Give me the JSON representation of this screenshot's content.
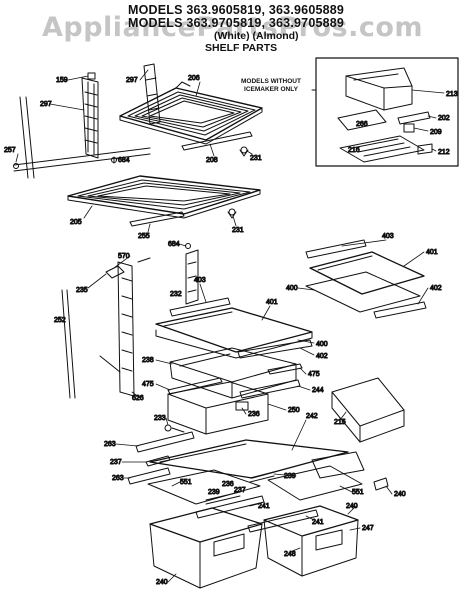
{
  "watermark": "AppliancePartsPros.com",
  "header": {
    "line1": "MODELS 363.9605819, 363.9605889",
    "line2": "MODELS 363.9705819, 363.9705889",
    "line3": "(White)    (Almond)",
    "line4": "SHELF PARTS"
  },
  "inset_note": {
    "line1": "MODELS WITHOUT",
    "line2": "ICEMAKER ONLY"
  },
  "colors": {
    "ink": "#111111",
    "paper": "#ffffff",
    "watermark": "#969696"
  },
  "callouts": [
    {
      "id": "c159",
      "text": "159"
    },
    {
      "id": "c297a",
      "text": "297"
    },
    {
      "id": "c206",
      "text": "206"
    },
    {
      "id": "c297b",
      "text": "297"
    },
    {
      "id": "c257",
      "text": "257"
    },
    {
      "id": "c684a",
      "text": "684"
    },
    {
      "id": "c208",
      "text": "208"
    },
    {
      "id": "c231a",
      "text": "231"
    },
    {
      "id": "c205",
      "text": "205"
    },
    {
      "id": "c255",
      "text": "255"
    },
    {
      "id": "c231b",
      "text": "231"
    },
    {
      "id": "c213",
      "text": "213"
    },
    {
      "id": "c202",
      "text": "202"
    },
    {
      "id": "c266",
      "text": "266"
    },
    {
      "id": "c209",
      "text": "209"
    },
    {
      "id": "c216",
      "text": "216"
    },
    {
      "id": "c212",
      "text": "212"
    },
    {
      "id": "c684b",
      "text": "684"
    },
    {
      "id": "c570",
      "text": "570"
    },
    {
      "id": "c235",
      "text": "235"
    },
    {
      "id": "c232",
      "text": "232"
    },
    {
      "id": "c403a",
      "text": "403"
    },
    {
      "id": "c403b",
      "text": "403"
    },
    {
      "id": "c401a",
      "text": "401"
    },
    {
      "id": "c400a",
      "text": "400"
    },
    {
      "id": "c402a",
      "text": "402"
    },
    {
      "id": "c252",
      "text": "252"
    },
    {
      "id": "c401b",
      "text": "401"
    },
    {
      "id": "c400b",
      "text": "400"
    },
    {
      "id": "c402b",
      "text": "402"
    },
    {
      "id": "c238",
      "text": "238"
    },
    {
      "id": "c475a",
      "text": "475"
    },
    {
      "id": "c475b",
      "text": "475"
    },
    {
      "id": "c244",
      "text": "244"
    },
    {
      "id": "c626",
      "text": "626"
    },
    {
      "id": "c233",
      "text": "233"
    },
    {
      "id": "c236",
      "text": "236"
    },
    {
      "id": "c250",
      "text": "250"
    },
    {
      "id": "c215",
      "text": "215"
    },
    {
      "id": "c242",
      "text": "242"
    },
    {
      "id": "c263a",
      "text": "263"
    },
    {
      "id": "c237",
      "text": "237"
    },
    {
      "id": "c263b",
      "text": "263"
    },
    {
      "id": "c551a",
      "text": "551"
    },
    {
      "id": "c239a",
      "text": "239"
    },
    {
      "id": "c239b",
      "text": "239"
    },
    {
      "id": "c236b",
      "text": "236"
    },
    {
      "id": "c237b",
      "text": "237"
    },
    {
      "id": "c551b",
      "text": "551"
    },
    {
      "id": "c240a",
      "text": "240"
    },
    {
      "id": "c241a",
      "text": "241"
    },
    {
      "id": "c241b",
      "text": "241"
    },
    {
      "id": "c240b",
      "text": "240"
    },
    {
      "id": "c247",
      "text": "247"
    },
    {
      "id": "c248",
      "text": "248"
    },
    {
      "id": "c240c",
      "text": "240"
    }
  ]
}
